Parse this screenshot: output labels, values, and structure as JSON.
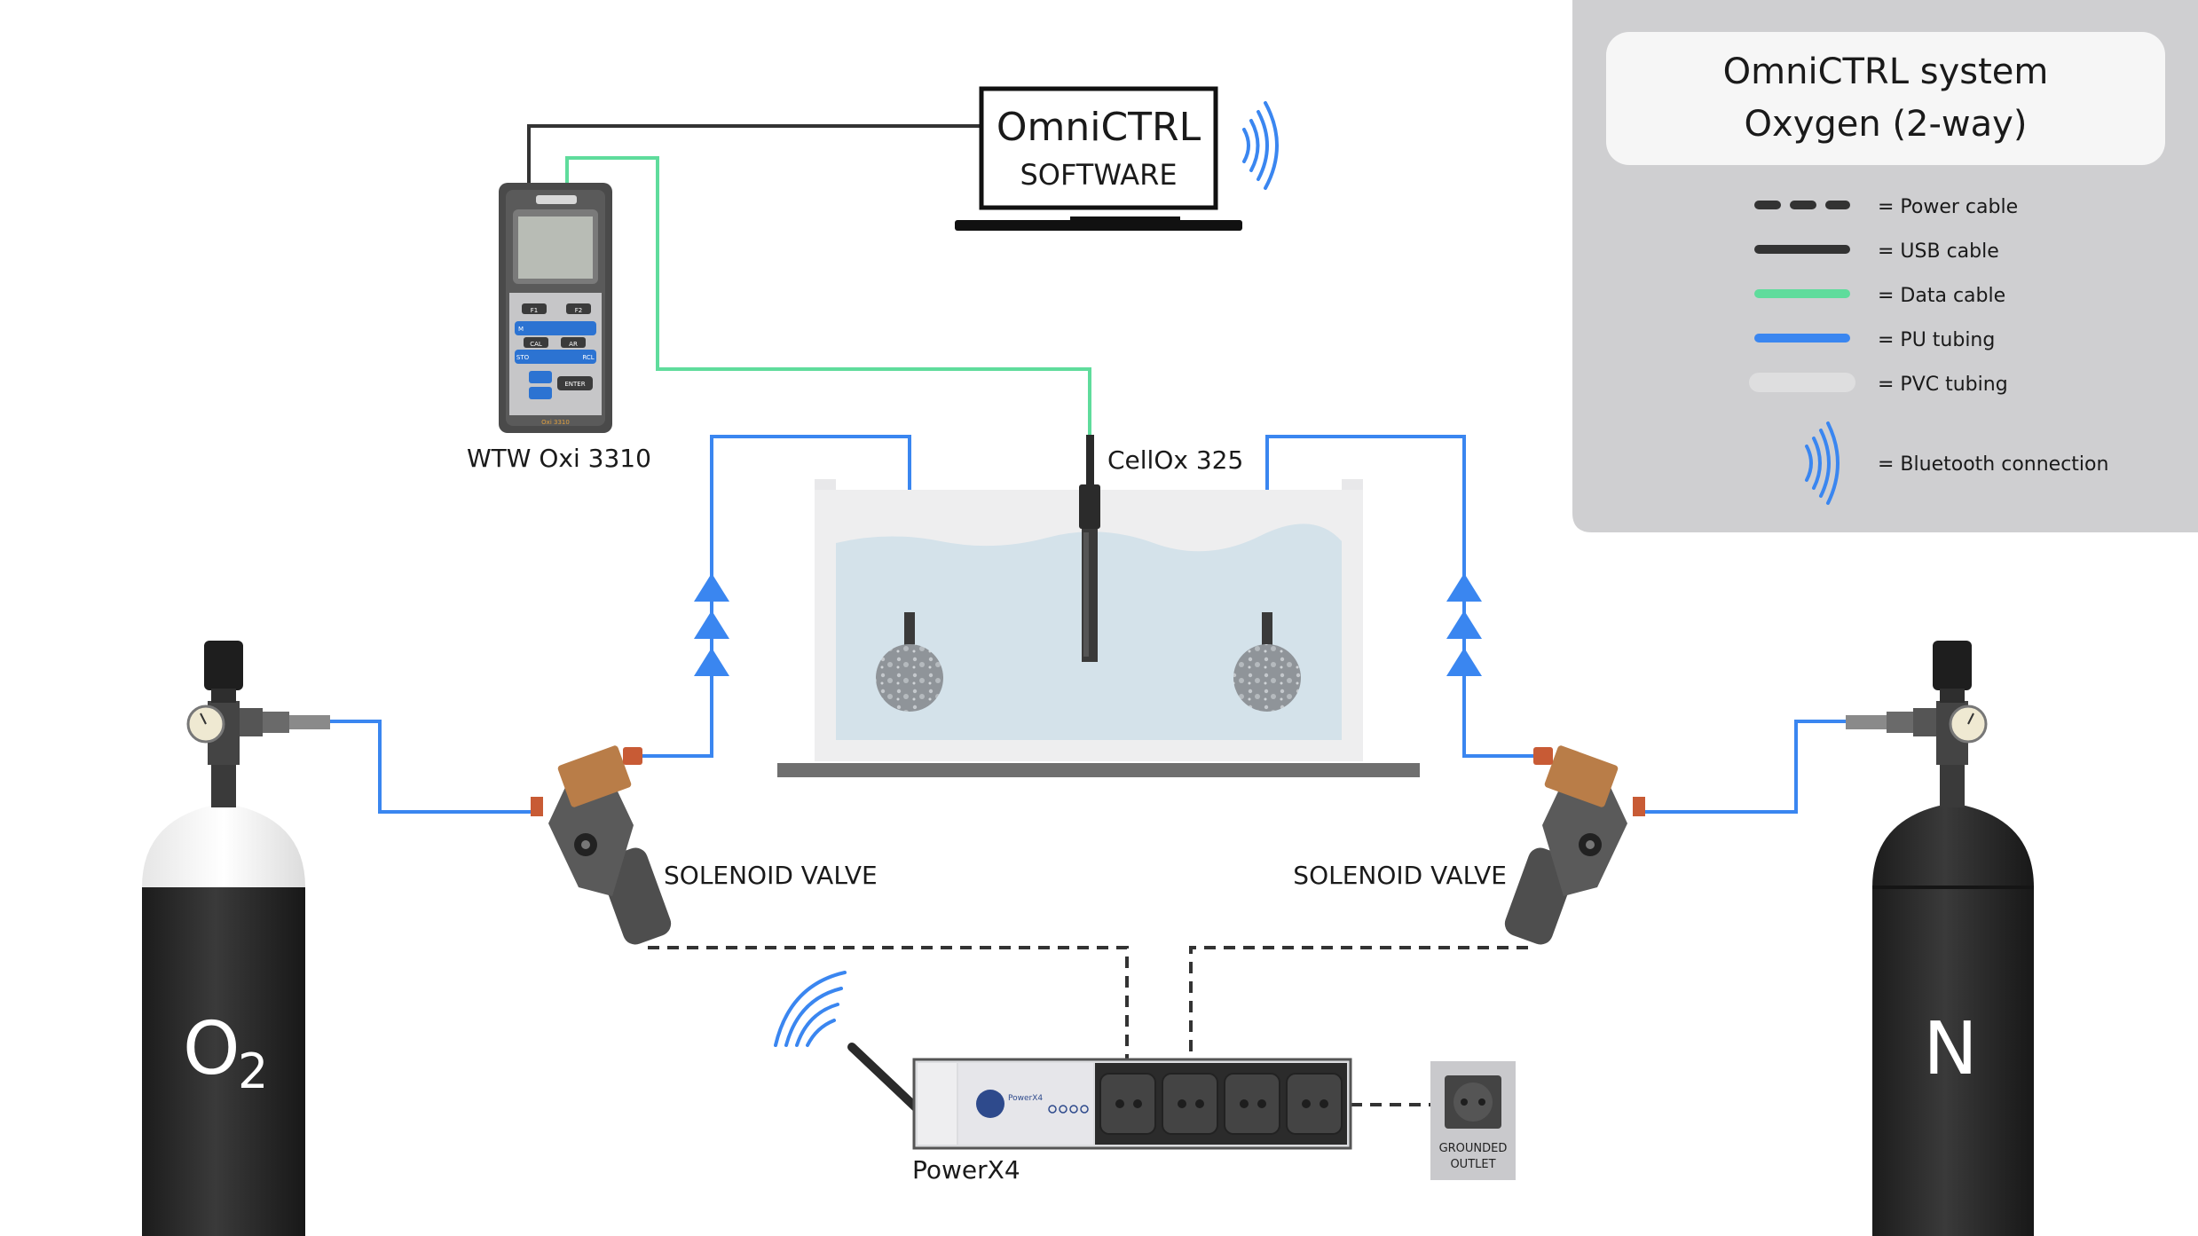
{
  "legend": {
    "title_line1": "OmniCTRL system",
    "title_line2": "Oxygen (2-way)",
    "items": [
      {
        "style": "dashed",
        "label": "= Power cable",
        "color": "#333333"
      },
      {
        "style": "solid",
        "label": "= USB cable",
        "color": "#333333"
      },
      {
        "style": "solid",
        "label": "= Data cable",
        "color": "#5fdc9c"
      },
      {
        "style": "solid",
        "label": "= PU tubing",
        "color": "#3a86f0"
      },
      {
        "style": "solid",
        "label": "= PVC tubing",
        "color": "#d4d4d8"
      },
      {
        "style": "bluetooth",
        "label": "= Bluetooth connection",
        "color": "#3a86f0"
      }
    ]
  },
  "software": {
    "line1": "OmniCTRL",
    "line2": "SOFTWARE"
  },
  "devices": {
    "meter": {
      "label": "WTW Oxi 3310",
      "keys": [
        "F1",
        "F2",
        "M",
        "CAL",
        "AR",
        "STO",
        "RCL",
        "ENTER"
      ],
      "model_text": "Oxi 3310"
    },
    "probe": {
      "label": "CellOx 325"
    },
    "valve_left": {
      "label": "SOLENOID VALVE"
    },
    "valve_right": {
      "label": "SOLENOID VALVE"
    },
    "powerbar": {
      "label": "PowerX4",
      "brand": "PowerX4"
    },
    "outlet": {
      "line1": "GROUNDED",
      "line2": "OUTLET"
    },
    "tank_left": {
      "label": "O",
      "subscript": "2"
    },
    "tank_right": {
      "label": "N"
    }
  },
  "colors": {
    "power": "#333333",
    "usb": "#333333",
    "data": "#5fdc9c",
    "pu": "#3a86f0",
    "pvc": "#d4d4d8",
    "water": "#d4e2ea",
    "legend_bg": "#cfcfd1"
  }
}
